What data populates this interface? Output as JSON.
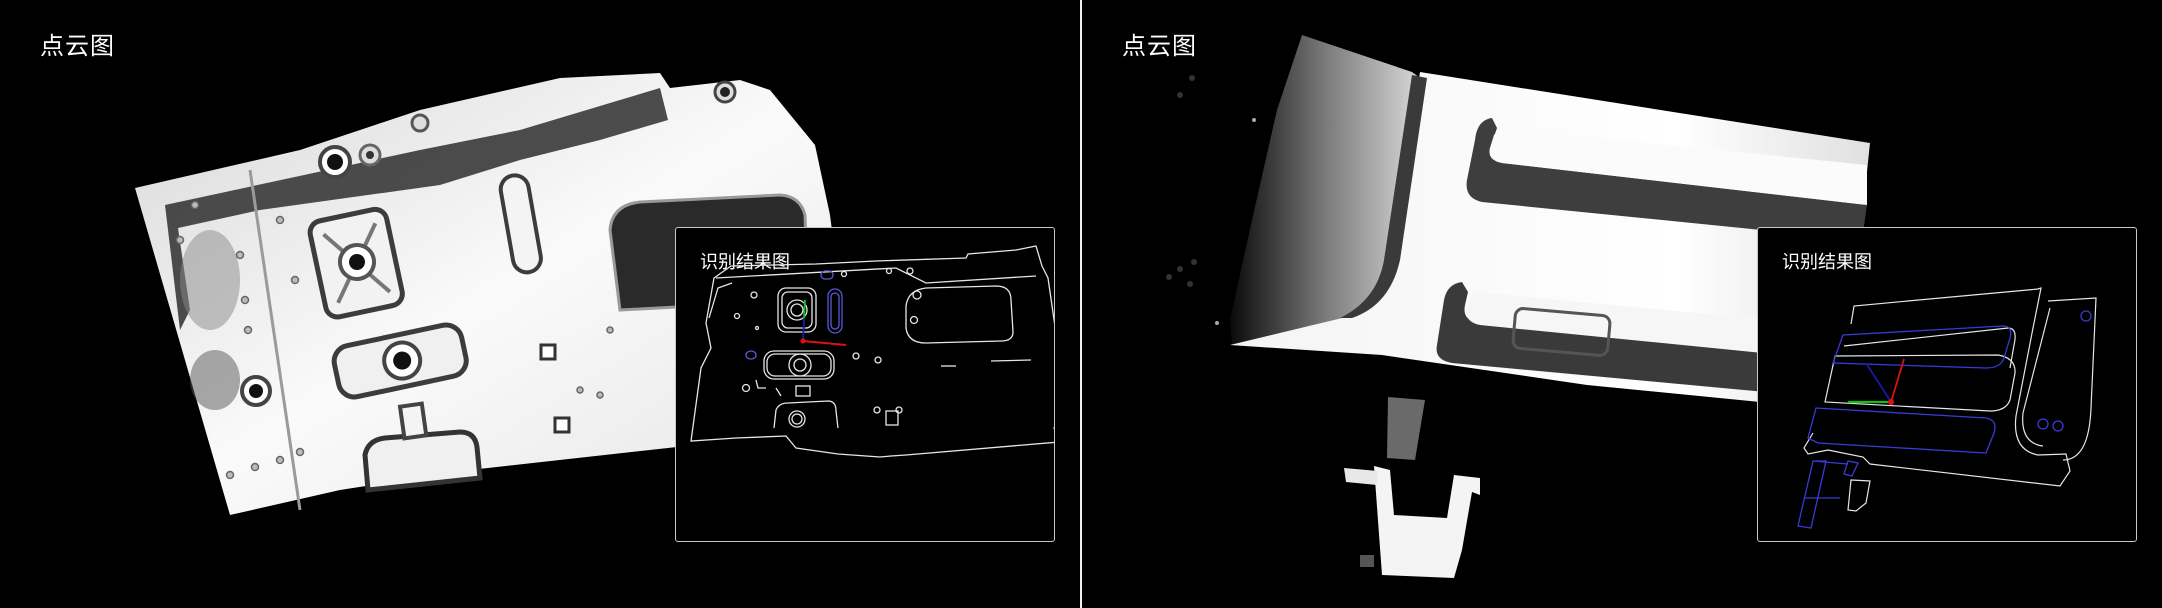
{
  "panels": [
    {
      "id": "left",
      "title": "点云图",
      "view": "point-cloud",
      "inset": {
        "title": "识别结果图",
        "view": "recognition-result"
      }
    },
    {
      "id": "right",
      "title": "点云图",
      "view": "point-cloud",
      "inset": {
        "title": "识别结果图",
        "view": "recognition-result"
      }
    }
  ],
  "colors": {
    "background": "#000000",
    "divider": "#f0f0f0",
    "inset_border": "#c8c8c8",
    "outline": "#e6e6e6",
    "match_outline": "#3a3ad8",
    "axis_x": "#e01010",
    "axis_y": "#10c010",
    "axis_z": "#1a1aa0"
  }
}
